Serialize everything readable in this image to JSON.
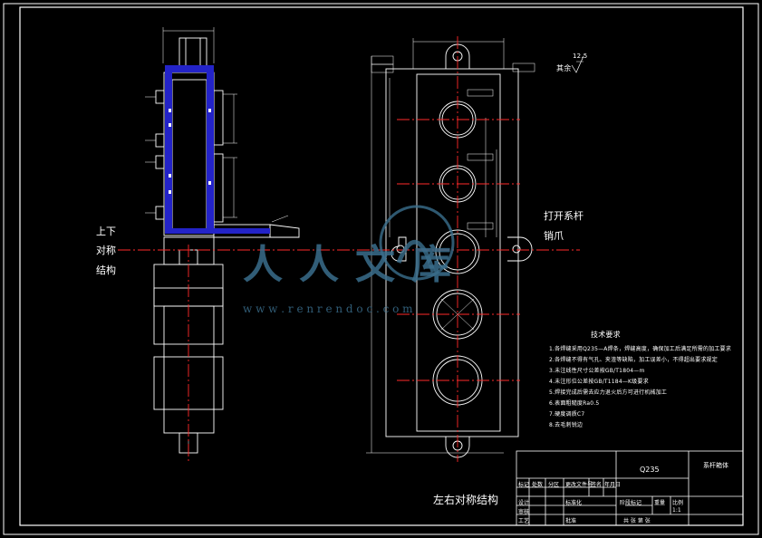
{
  "labels": {
    "left_side_1": "上下",
    "left_side_2": "对称",
    "left_side_3": "结构",
    "right_side_1": "打开系杆",
    "right_side_2": "销爪",
    "bottom_center": "左右对称结构",
    "roughness_label": "其余",
    "roughness_value": "12.5"
  },
  "notes": {
    "title": "技术要求",
    "lines": [
      "1.各焊缝采用Q235—A焊条，焊缝高度，确保加工后满足所需的加工要求",
      "2.各焊缝不得有气孔、夹渣等缺陷，加工误差小，不得超出要求规定",
      "3.未注线性尺寸公差按GB/T1804—m",
      "4.未注形位公差按GB/T1184—K级要求",
      "5.焊接完成后需去应力退火后方可进行机械加工",
      "6.表面粗糙度Ra0.5",
      "7.硬度调质C7",
      "8.去毛刺锐边"
    ]
  },
  "title_block": {
    "material": "Q235",
    "name": "系杆箱体",
    "headers": [
      "标记",
      "处数",
      "分区",
      "更改文件号",
      "签名",
      "年月日"
    ],
    "row_labels": [
      "设计",
      "审核",
      "工艺"
    ],
    "std_label": "标准化",
    "approve_label": "批准",
    "stage_label": "阶段标记",
    "weight_label": "重量",
    "scale_label": "比例",
    "scale_value": "1:1",
    "sheet_text": "共 张 第 张"
  },
  "watermark": {
    "text": "人人文库",
    "url": "w w w . r e n r e n d o c . c o m"
  },
  "colors": {
    "background": "#000000",
    "line": "#ffffff",
    "center_line": "#ff2a2a",
    "section_fill": "#2323c8",
    "watermark": "#3a6e8c"
  }
}
